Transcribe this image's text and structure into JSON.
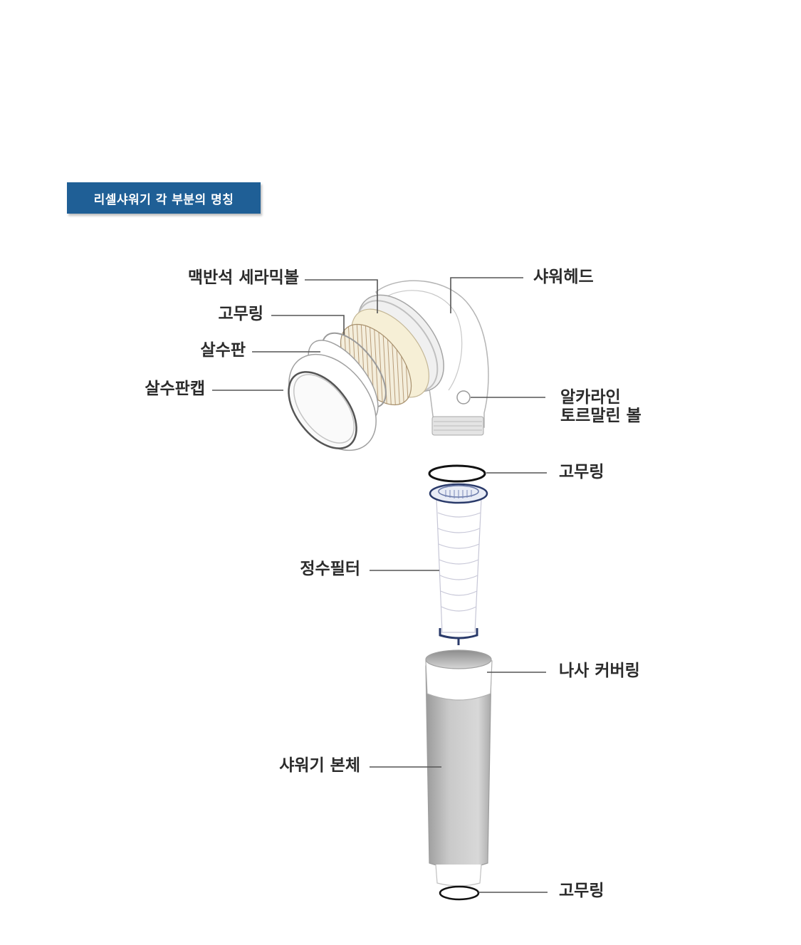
{
  "title": "리셀샤워기 각 부분의 명칭",
  "colors": {
    "title_bg": "#1f5f96",
    "title_text": "#ffffff",
    "label_text": "#2b2b2b",
    "leader_line": "#555555",
    "ceramic_ball": "#f5eed8",
    "filter_ring": "#2a3a6a",
    "body_gray": "#b8b8b8"
  },
  "parts": [
    {
      "id": "ceramic_ball",
      "label": "맥반석 세라믹볼",
      "side": "left"
    },
    {
      "id": "rubber_ring_top",
      "label": "고무링",
      "side": "left"
    },
    {
      "id": "sprinkler_plate",
      "label": "살수판",
      "side": "left"
    },
    {
      "id": "sprinkler_cap",
      "label": "살수판캡",
      "side": "left"
    },
    {
      "id": "shower_head",
      "label": "샤워헤드",
      "side": "right"
    },
    {
      "id": "tourmaline_ball",
      "label_line1": "알카라인",
      "label_line2": "토르말린 볼",
      "side": "right"
    },
    {
      "id": "rubber_ring_filter",
      "label": "고무링",
      "side": "right"
    },
    {
      "id": "water_filter",
      "label": "정수필터",
      "side": "left"
    },
    {
      "id": "screw_cover_ring",
      "label": "나사 커버링",
      "side": "right"
    },
    {
      "id": "shower_body",
      "label": "샤워기 본체",
      "side": "left"
    },
    {
      "id": "rubber_ring_bottom",
      "label": "고무링",
      "side": "right"
    }
  ]
}
